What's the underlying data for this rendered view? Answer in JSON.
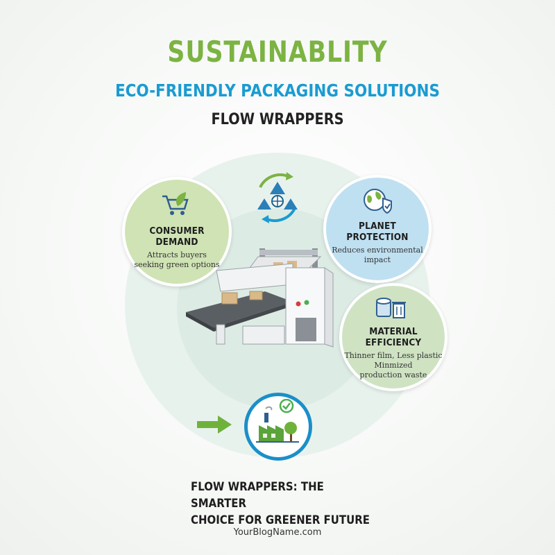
{
  "header": {
    "title": "SUSTAINABLITY",
    "subtitle": "ECO-FRIENDLY PACKAGING SOLUTIONS",
    "section": "FLOW WRAPPERS"
  },
  "bubbles": {
    "consumer": {
      "title": "CONSUMER DEMAND",
      "line1": "Attracts buyers",
      "line2": "seeking green options",
      "icon": "shopping-cart-leaf-icon"
    },
    "planet": {
      "title": "PLANET PROTECTION",
      "line1": "Reduces environmental",
      "line2": "impact",
      "icon": "globe-shield-icon"
    },
    "material": {
      "title": "MATERIAL EFFICIENCY",
      "line1": "Thinner film, Less plastic",
      "line2": "Minmized",
      "line3": "production waste",
      "icon": "film-roll-trash-icon"
    }
  },
  "center": {
    "icon": "recycle-globe-icon",
    "machine": "flow-wrapper-machine-illustration"
  },
  "footer": {
    "line1": "FLOW WRAPPERS: THE SMARTER",
    "line2": "CHOICE FOR GREENER FUTURE",
    "icon": "green-factory-check-icon",
    "blog": "YourBlogName.com"
  },
  "colors": {
    "green": "#7cb342",
    "blue": "#1a9bd2",
    "dark": "#222222"
  }
}
